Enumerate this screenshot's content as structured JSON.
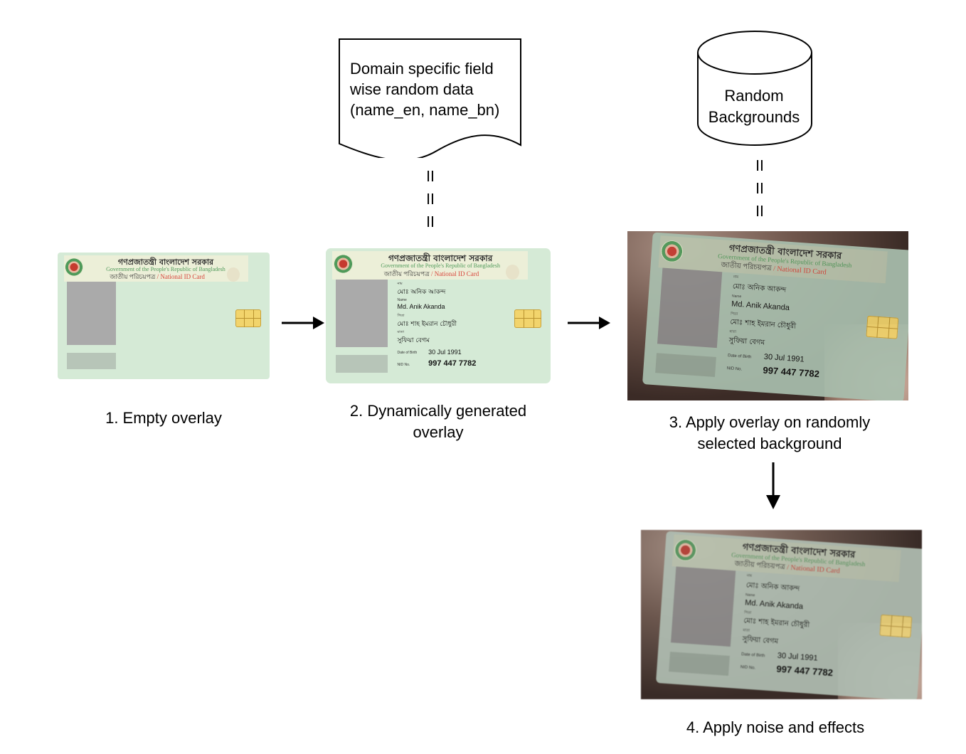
{
  "source_doc": {
    "line1": "Domain specific field",
    "line2": "wise random data",
    "line3": "(name_en, name_bn)"
  },
  "backgrounds_db": {
    "line1": "Random",
    "line2": "Backgrounds"
  },
  "connector_glyph": "II",
  "steps": {
    "step1": {
      "caption": "1. Empty overlay"
    },
    "step2": {
      "caption_line1": "2. Dynamically generated",
      "caption_line2": "overlay"
    },
    "step3": {
      "caption_line1": "3. Apply overlay on randomly",
      "caption_line2": "selected background"
    },
    "step4": {
      "caption": "4. Apply noise and effects"
    }
  },
  "card": {
    "title_bn": "গণপ্রজাতন্ত্রী বাংলাদেশ সরকার",
    "title_en": "Government of the People's Republic of Bangladesh",
    "subtitle_bn": "জাতীয় পরিচয়পত্র",
    "subtitle_sep": " / ",
    "subtitle_en": "National ID Card",
    "label_name_bn": "নাম",
    "name_bn": "মোঃ অনিক আকন্দ",
    "label_name_en": "Name",
    "name_en": "Md. Anik Akanda",
    "label_father": "পিতা",
    "father_bn": "মোঃ শাহ ইমরান চৌধুরী",
    "label_mother": "মাতা",
    "mother_bn": "সুফিয়া বেগম",
    "label_dob": "Date of Birth",
    "dob": "30 Jul 1991",
    "label_nid": "NID No.",
    "nid": "997 447 7782"
  },
  "colors": {
    "card_bg": "#d5ead6",
    "accent_green": "#4f9a5a",
    "accent_red": "#d8443a",
    "chip": "#f2d46c"
  }
}
